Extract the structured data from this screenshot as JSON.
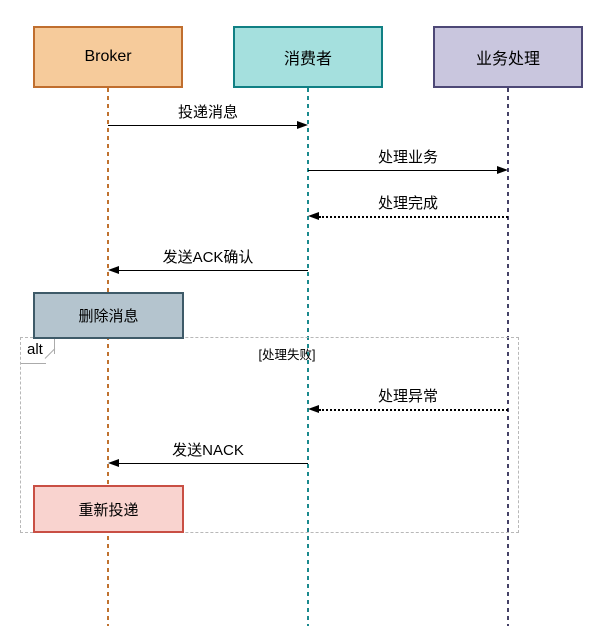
{
  "diagram": {
    "type": "sequence-diagram",
    "actors": [
      {
        "id": "broker",
        "label": "Broker",
        "fill": "#F6CB9B",
        "border": "#C06E2E",
        "lifeline_color": "#C0722F"
      },
      {
        "id": "consumer",
        "label": "消费者",
        "fill": "#A5E0DE",
        "border": "#108084",
        "lifeline_color": "#1B8A8E"
      },
      {
        "id": "business",
        "label": "业务处理",
        "fill": "#C9C6DE",
        "border": "#4D4876",
        "lifeline_color": "#454166"
      }
    ],
    "messages": [
      {
        "label": "投递消息",
        "from": "broker",
        "to": "consumer",
        "line": "solid"
      },
      {
        "label": "处理业务",
        "from": "consumer",
        "to": "business",
        "line": "solid"
      },
      {
        "label": "处理完成",
        "from": "business",
        "to": "consumer",
        "line": "dotted"
      },
      {
        "label": "发送ACK确认",
        "from": "consumer",
        "to": "broker",
        "line": "solid"
      },
      {
        "label": "处理异常",
        "from": "business",
        "to": "consumer",
        "line": "dotted"
      },
      {
        "label": "发送NACK",
        "from": "consumer",
        "to": "broker",
        "line": "solid"
      }
    ],
    "notes": [
      {
        "label": "删除消息",
        "on": "broker",
        "fill": "#B4C4CE",
        "border": "#3E5A68"
      },
      {
        "label": "重新投递",
        "on": "broker",
        "fill": "#F9D3CF",
        "border": "#C94F44"
      }
    ],
    "fragment": {
      "operator": "alt",
      "guard": "[处理失败]",
      "border": "#B8B8B8"
    }
  }
}
